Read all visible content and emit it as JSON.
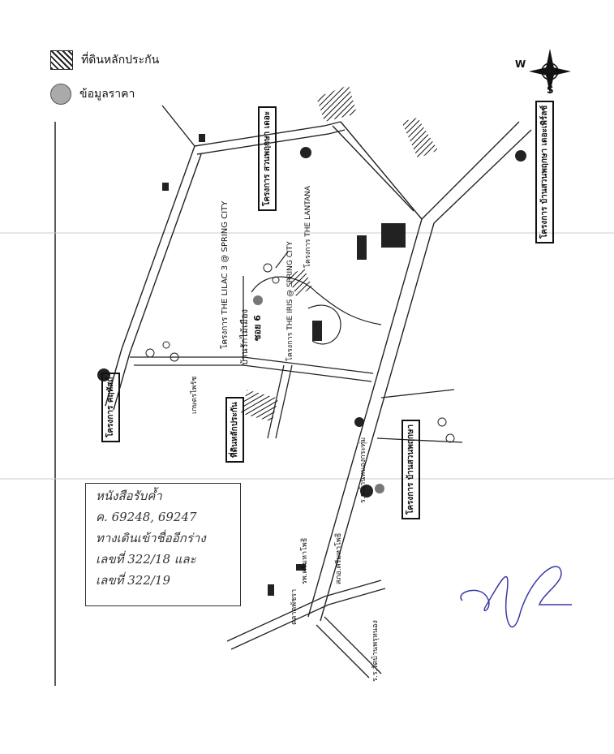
{
  "legend": {
    "collateral_label": "ที่ดินหลักประกัน",
    "price_label": "ข้อมูลราคา"
  },
  "compass": {
    "west": "W",
    "south": "S"
  },
  "labels": {
    "project_suan_pho": "โครงการ สวนพฤกษา เดอะ",
    "project_spring_city": "โครงการ THE LILAC 3 @ SPRING CITY",
    "project_iris": "โครงการ THE IRIS @ SPRING CITY",
    "project_lanterna": "โครงการ THE LANTANA",
    "soi6": "ซอย 6",
    "ban_ruk": "บ้านรักไม้เมือง",
    "kaset": "เกษตรไพรัช",
    "project_bottom_right": "โครงการ บ้านสวนพฤกษา",
    "project_top_right": "โครงการ บ้านสวนพฤกษา เดอะเพิร์ลซ์",
    "ban_left": "โครงการ คฤหัสถ์",
    "school_top": "ร.ร.บ้านหนองกระทุ่ม",
    "school_bottom": "ร.ร.วัดบ้านพรุหนอง",
    "hospital": "รพ.ศรีมหาโพธิ",
    "land_office": "สภอ.ศรีมหาโพธิ",
    "market": "ตลาดพัชรา",
    "sub_box": "ที่ดินหลักประกัน"
  },
  "handwritten_note": {
    "line1": "หนังสือรับค้ำ",
    "line2": "ค. 69248, 69247",
    "line3": "ทางเดินเข้าชื่ออีกร่าง",
    "line4": "เลขที่ 322/18 และ",
    "line5": "เลขที่ 322/19"
  },
  "colors": {
    "ink": "#111111",
    "signature": "#3a3aa8",
    "gray": "#aaaaaa"
  }
}
